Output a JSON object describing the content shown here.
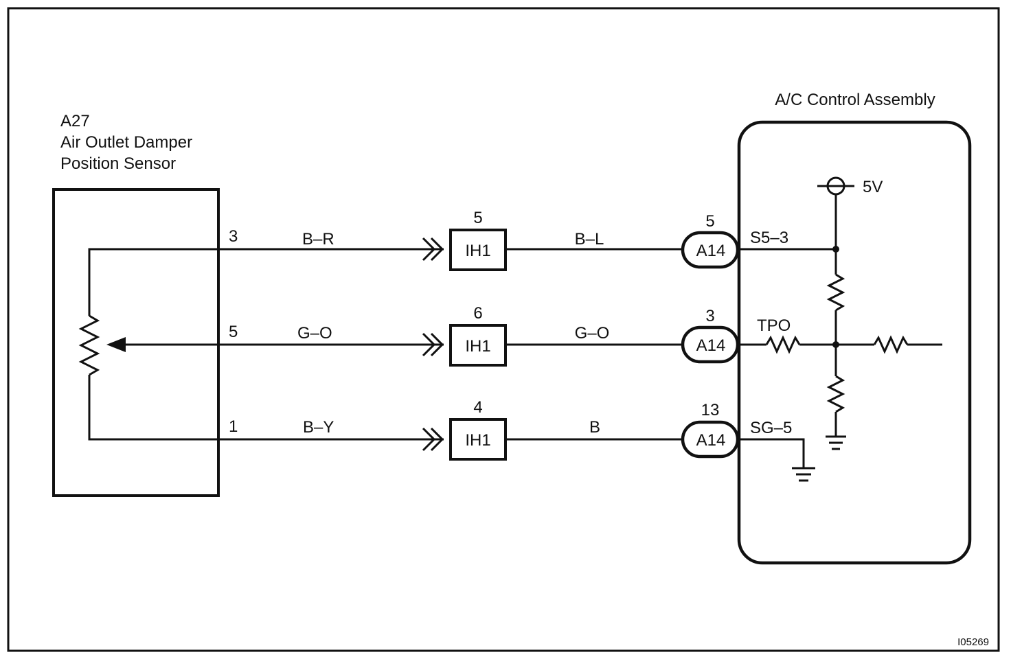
{
  "sensor": {
    "code": "A27",
    "name_line1": "Air Outlet Damper",
    "name_line2": "Position Sensor",
    "pins": [
      "3",
      "5",
      "1"
    ]
  },
  "wires_left": [
    "B–R",
    "G–O",
    "B–Y"
  ],
  "junction": {
    "label": "IH1",
    "pins": [
      "5",
      "6",
      "4"
    ]
  },
  "wires_right": [
    "B–L",
    "G–O",
    "B"
  ],
  "connector": {
    "label": "A14",
    "pins": [
      "5",
      "3",
      "13"
    ]
  },
  "control": {
    "title": "A/C Control Assembly",
    "terminals": [
      "S5–3",
      "TPO",
      "SG–5"
    ],
    "supply": "5V"
  },
  "figure_id": "I05269"
}
